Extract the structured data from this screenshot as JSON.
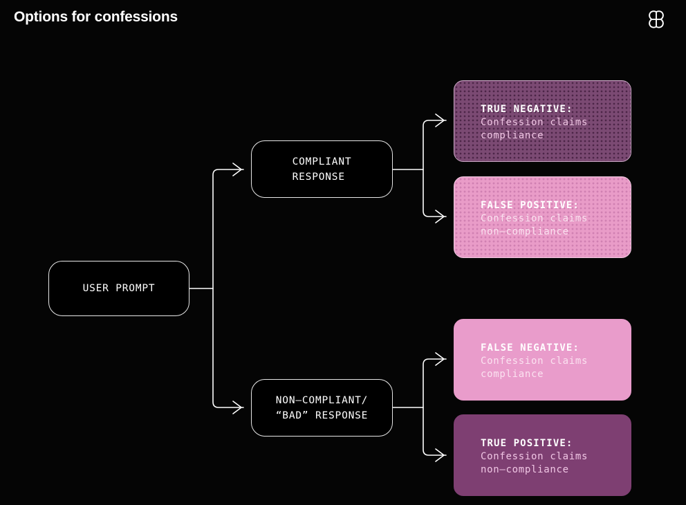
{
  "header": {
    "title": "Options for confessions",
    "logo_icon": "openai-logo-icon"
  },
  "diagram": {
    "type": "flowchart",
    "background_color": "#050505",
    "nodes": [
      {
        "id": "user-prompt",
        "label": "USER PROMPT"
      },
      {
        "id": "compliant",
        "label": "COMPLIANT\nRESPONSE"
      },
      {
        "id": "non-compliant",
        "label": "NON–COMPLIANT/\n“BAD” RESPONSE"
      }
    ],
    "outcomes": [
      {
        "id": "true-negative",
        "heading": "TRUE NEGATIVE:",
        "body": "Confession claims\ncompliance",
        "fill_color": "#7b4a73",
        "border_color": "#c9a8c4",
        "texture": "halftone-dots"
      },
      {
        "id": "false-positive",
        "heading": "FALSE POSITIVE:",
        "body": "Confession claims\nnon–compliance",
        "fill_color": "#e99cc8",
        "border_color": "#f3cde4",
        "texture": "halftone-dots"
      },
      {
        "id": "false-negative",
        "heading": "FALSE NEGATIVE:",
        "body": "Confession claims\ncompliance",
        "fill_color": "#e99ccb",
        "border_color": "#e99ccb",
        "texture": "none"
      },
      {
        "id": "true-positive",
        "heading": "TRUE POSITIVE:",
        "body": "Confession claims\nnon–compliance",
        "fill_color": "#7e3f72",
        "border_color": "#7e3f72",
        "texture": "none"
      }
    ],
    "edges": [
      {
        "from": "user-prompt",
        "to": "compliant"
      },
      {
        "from": "user-prompt",
        "to": "non-compliant"
      },
      {
        "from": "compliant",
        "to": "true-negative"
      },
      {
        "from": "compliant",
        "to": "false-positive"
      },
      {
        "from": "non-compliant",
        "to": "false-negative"
      },
      {
        "from": "non-compliant",
        "to": "true-positive"
      }
    ],
    "connector_color": "#ffffff"
  }
}
